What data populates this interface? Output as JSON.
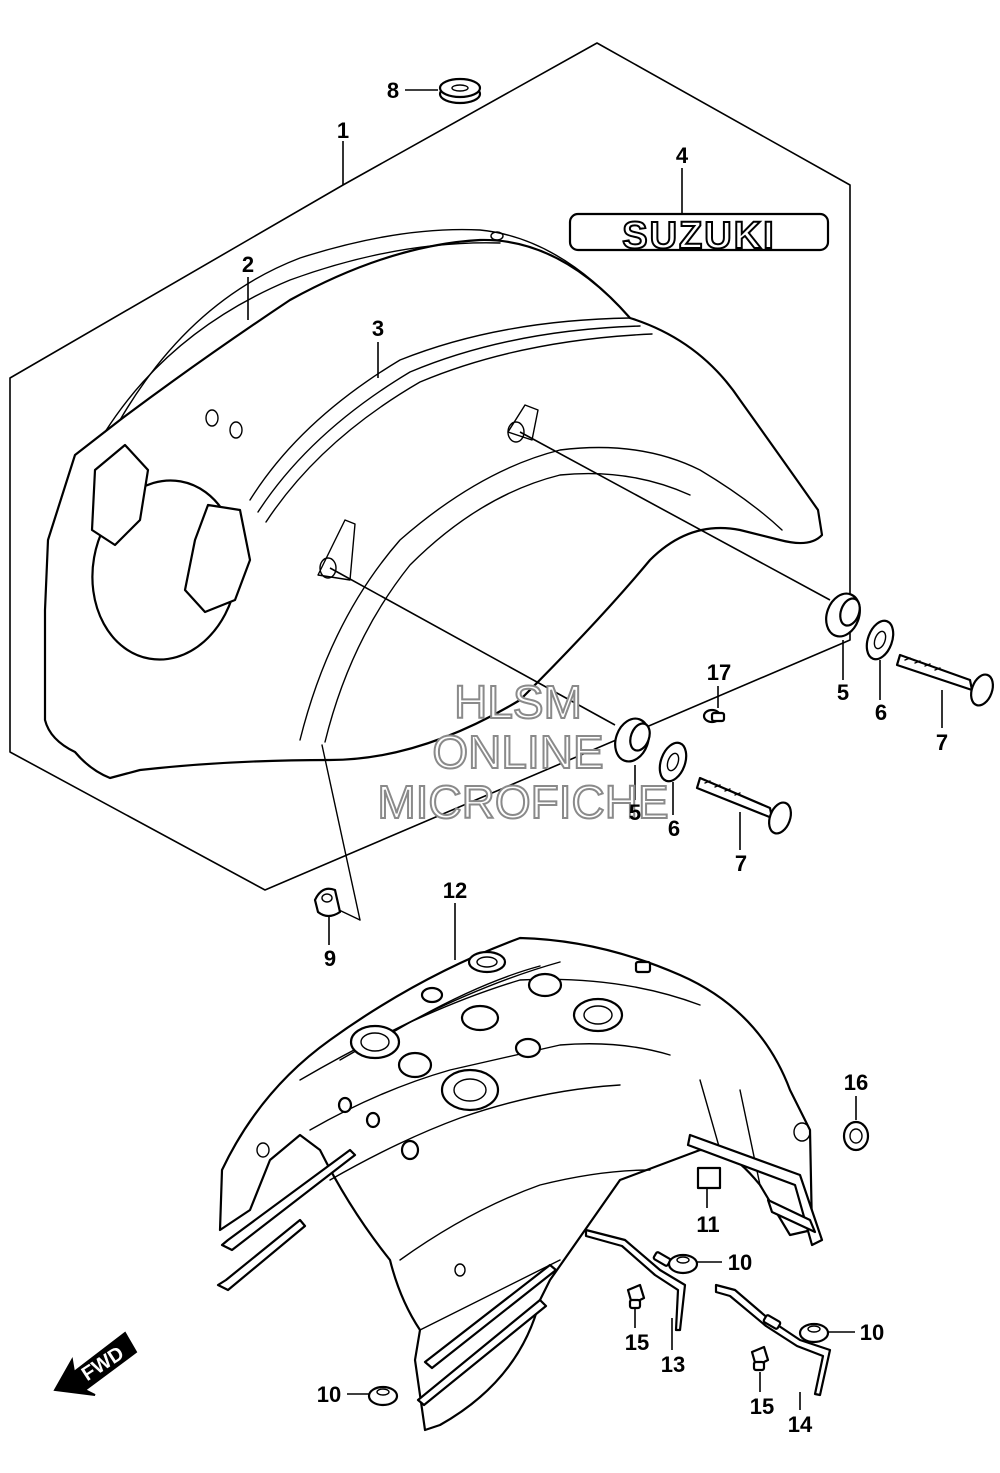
{
  "diagram": {
    "callouts": {
      "c1": "1",
      "c2": "2",
      "c3": "3",
      "c4": "4",
      "c5a": "5",
      "c6a": "6",
      "c7a": "7",
      "c5b": "5",
      "c6b": "6",
      "c7b": "7",
      "c8": "8",
      "c9": "9",
      "c10a": "10",
      "c10b": "10",
      "c10c": "10",
      "c11": "11",
      "c12": "12",
      "c13": "13",
      "c14": "14",
      "c15a": "15",
      "c15b": "15",
      "c16": "16",
      "c17": "17"
    },
    "logo_text": "SUZUKI",
    "fwd_label": "FWD",
    "watermark": {
      "line1": "HLSM",
      "line2": "ONLINE",
      "line3": "MICROFICHE"
    }
  }
}
